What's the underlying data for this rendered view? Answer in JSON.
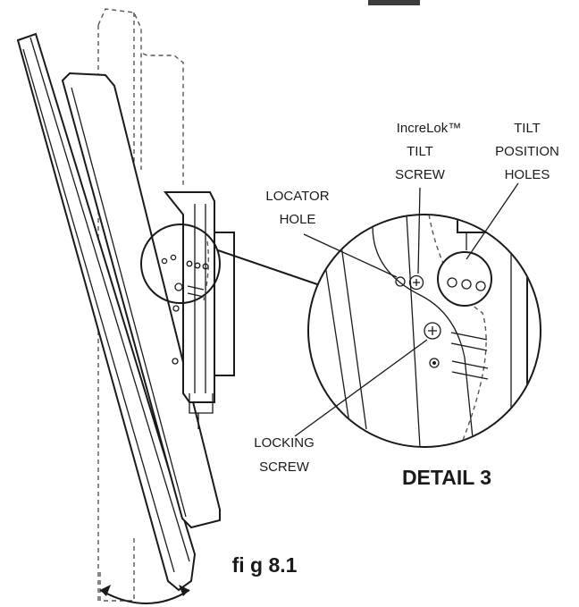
{
  "labels": {
    "increlok_line1": "IncreLok™",
    "increlok_line2": "TILT",
    "increlok_line3": "SCREW",
    "tilt_line1": "TILT",
    "tilt_line2": "POSITION",
    "tilt_line3": "HOLES",
    "locator_line1": "LOCATOR",
    "locator_line2": "HOLE",
    "locking_line1": "LOCKING",
    "locking_line2": "SCREW",
    "detail": "DETAIL 3",
    "figure": "fi g 8.1"
  }
}
